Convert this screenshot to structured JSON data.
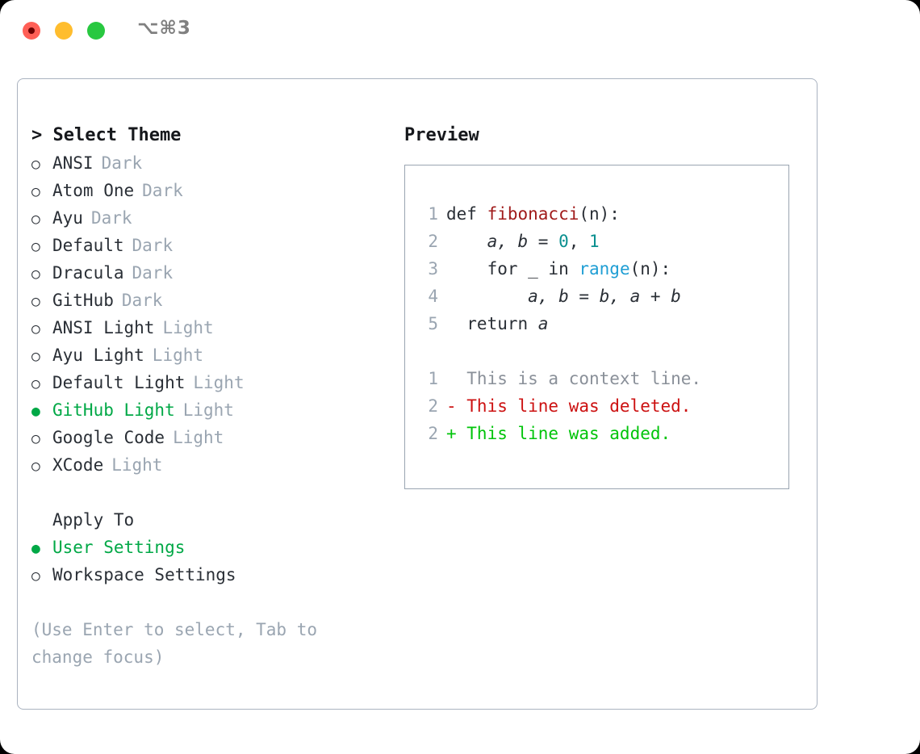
{
  "titlebar": {
    "shortcut": "⌥⌘3",
    "lights": [
      {
        "name": "close",
        "color": "#ff5f56"
      },
      {
        "name": "minimize",
        "color": "#ffbd2e"
      },
      {
        "name": "maximize",
        "color": "#28c840"
      }
    ]
  },
  "colors": {
    "accent_green": "#00a846",
    "diff_add": "#00c40a",
    "diff_del": "#cc1111",
    "muted": "#9aa5b1",
    "text": "#2a2f36",
    "border": "#aab3c0"
  },
  "theme_list": {
    "title": "> Select Theme",
    "markers": {
      "unselected": "○",
      "selected": "●"
    },
    "items": [
      {
        "name": "ANSI",
        "tag": "Dark",
        "selected": false
      },
      {
        "name": "Atom One",
        "tag": "Dark",
        "selected": false
      },
      {
        "name": "Ayu",
        "tag": "Dark",
        "selected": false
      },
      {
        "name": "Default",
        "tag": "Dark",
        "selected": false
      },
      {
        "name": "Dracula",
        "tag": "Dark",
        "selected": false
      },
      {
        "name": "GitHub",
        "tag": "Dark",
        "selected": false
      },
      {
        "name": "ANSI Light",
        "tag": "Light",
        "selected": false
      },
      {
        "name": "Ayu Light",
        "tag": "Light",
        "selected": false
      },
      {
        "name": "Default Light",
        "tag": "Light",
        "selected": false
      },
      {
        "name": "GitHub Light",
        "tag": "Light",
        "selected": true
      },
      {
        "name": "Google Code",
        "tag": "Light",
        "selected": false
      },
      {
        "name": "XCode",
        "tag": "Light",
        "selected": false
      }
    ]
  },
  "apply_to": {
    "title": "Apply To",
    "items": [
      {
        "name": "User Settings",
        "selected": true
      },
      {
        "name": "Workspace Settings",
        "selected": false
      }
    ]
  },
  "hint": "(Use Enter to select, Tab to change focus)",
  "preview": {
    "title": "Preview",
    "code_lines": [
      {
        "no": "1",
        "tokens": [
          {
            "t": "def ",
            "k": "plain"
          },
          {
            "t": "fibonacci",
            "k": "fn"
          },
          {
            "t": "(n):",
            "k": "plain"
          }
        ]
      },
      {
        "no": "2",
        "tokens": [
          {
            "t": "    ",
            "k": "plain"
          },
          {
            "t": "a, b",
            "k": "var"
          },
          {
            "t": " = ",
            "k": "plain"
          },
          {
            "t": "0",
            "k": "num"
          },
          {
            "t": ", ",
            "k": "plain"
          },
          {
            "t": "1",
            "k": "num"
          }
        ]
      },
      {
        "no": "3",
        "tokens": [
          {
            "t": "    for _ in ",
            "k": "plain"
          },
          {
            "t": "range",
            "k": "blue"
          },
          {
            "t": "(n):",
            "k": "plain"
          }
        ]
      },
      {
        "no": "4",
        "tokens": [
          {
            "t": "        ",
            "k": "plain"
          },
          {
            "t": "a, b",
            "k": "var"
          },
          {
            "t": " = ",
            "k": "plain"
          },
          {
            "t": "b, a + b",
            "k": "var"
          }
        ]
      },
      {
        "no": "5",
        "tokens": [
          {
            "t": "  return ",
            "k": "plain"
          },
          {
            "t": "a",
            "k": "var"
          }
        ]
      }
    ],
    "diff_lines": [
      {
        "no": "1",
        "prefix": "  ",
        "text": "This is a context line.",
        "kind": "ctx"
      },
      {
        "no": "2",
        "prefix": "- ",
        "text": "This line was deleted.",
        "kind": "del"
      },
      {
        "no": "2",
        "prefix": "+ ",
        "text": "This line was added.",
        "kind": "add"
      }
    ]
  }
}
